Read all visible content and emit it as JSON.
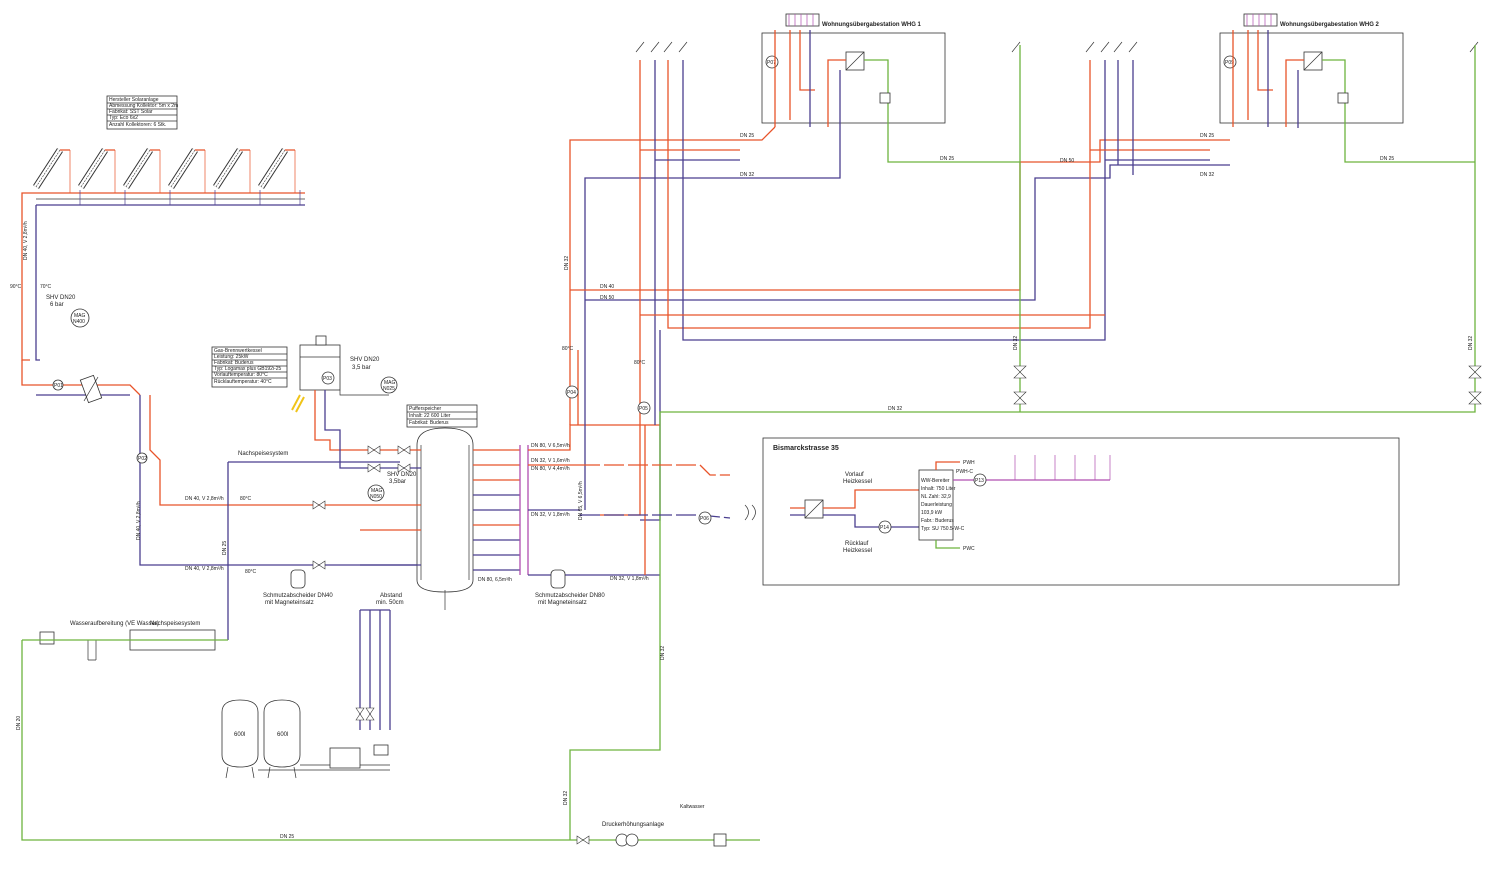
{
  "colors": {
    "supply": "#e8542a",
    "return": "#4a3f8f",
    "cold_water": "#6db33f",
    "circulation": "#b04fb0",
    "line": "#333333"
  },
  "solar": {
    "info_box": [
      "Hersteller Solaranlage",
      "Abmessung Kollektor: 5m x 2m",
      "Fabrikat: SST Solar",
      "Typ: Eco 6x2",
      "Anzahl Kollektoren: 6 Stk."
    ],
    "label_shv": "SHV DN20",
    "label_shv_bar": "6 bar",
    "mag_label": "MAG",
    "mag_size": "N400",
    "temp_90": "90°C",
    "temp_70": "70°C",
    "pipe_label_left": "DN 40, V 2,8m³/h",
    "pipe_label_left2": "DN 40, V 2,8m³/h"
  },
  "boiler": {
    "info_box": [
      "Gas-Brennwertkessel",
      "Leistung: 25kW",
      "Fabrikat: Buderus",
      "Typ: Logamax plus GB192i-25",
      "Vorlauftemperatur: 80°C",
      "Rücklauftemperatur: 40°C"
    ],
    "shv": "SHV DN20",
    "shv_bar": "3,5 bar",
    "mag_label": "MAG",
    "mag_size": "N025",
    "pump": "P03"
  },
  "buffer": {
    "info_box": [
      "Pufferspeicher",
      "Inhalt: 22 600 Liter",
      "Fabrikat: Buderus"
    ],
    "mag_label": "MAG",
    "mag_size": "N050",
    "shv": "SHV DN20",
    "shv_bar": "3,5bar",
    "spacing_label": "Abstand",
    "spacing_value": "min. 50cm",
    "tank_size_1": "600l",
    "tank_size_2": "600l"
  },
  "labels": {
    "nachspeisesystem_top": "Nachspeisesystem",
    "nachspeisesystem_bottom": "Nachspeisesystem",
    "wasseraufbereitung": "Wasseraufbereitung (VE Wasser)",
    "dirt_sep_left": "Schmutzabscheider DN40",
    "dirt_sep_left2": "mit Magneteinsatz",
    "dirt_sep_right": "Schmutzabscheider DN80",
    "dirt_sep_right2": "mit Magneteinsatz",
    "pressure_boost": "Druckerhöhungsanlage",
    "hauswasser": "Kaltwasser",
    "temp_80_a": "80°C",
    "temp_80_b": "80°C",
    "temp_80_c": "80°C",
    "temp_80_d": "80°C",
    "pump_p02": "P02",
    "pump_p04": "P04",
    "pump_p05": "P05",
    "pump_p06": "P06",
    "pump_p01": "P01",
    "pump_p07": "P07",
    "pump_p09": "P09",
    "pipe_dn40_a": "DN 40, V 2,8m³/h",
    "pipe_dn40_b": "DN 40, V 2,8m³/h",
    "pipe_dn25_a": "DN 25",
    "pipe_dn80_a": "DN 80, V 6,5m³/h",
    "pipe_dn32_a": "DN 32, V 1,6m³/h",
    "pipe_dn80_b": "DN 80, V 4,4m³/h",
    "pipe_dn32_b": "DN 32, V 1,8m³/h",
    "pipe_dn80_c": "DN 80, 6,5m³/h",
    "pipe_dn32_c": "DN 32, V 1,8m³/h",
    "pipe_dn65": "DN 65, V 6,5m³/h",
    "dn32": "DN 32",
    "dn25": "DN 25",
    "dn40": "DN 40",
    "dn50": "DN 50",
    "dn20": "DN 20",
    "dn32_green": "DN 32",
    "dn25_green": "DN 25"
  },
  "whg1": {
    "title": "Wohnungsübergabestation WHG 1",
    "pump": "P07"
  },
  "whg2": {
    "title": "Wohnungsübergabestation WHG 2",
    "pump": "P09"
  },
  "bismarck": {
    "title": "Bismarckstrasse 35",
    "vorlauf": "Vorlauf",
    "vorlauf2": "Heizkessel",
    "ruecklauf": "Rücklauf",
    "ruecklauf2": "Heizkessel",
    "pump": "P13",
    "pump2": "P14",
    "pwh": "PWH",
    "pwhc": "PWH-C",
    "pwc": "PWC",
    "tank_info": [
      "WW-Bereiter",
      "Inhalt: 750 Liter",
      "NL Zahl: 32,9",
      "Dauerleistung",
      "103,9 kW",
      "Fabr.: Buderus",
      "Typ: SU 750.5-W-C"
    ]
  }
}
